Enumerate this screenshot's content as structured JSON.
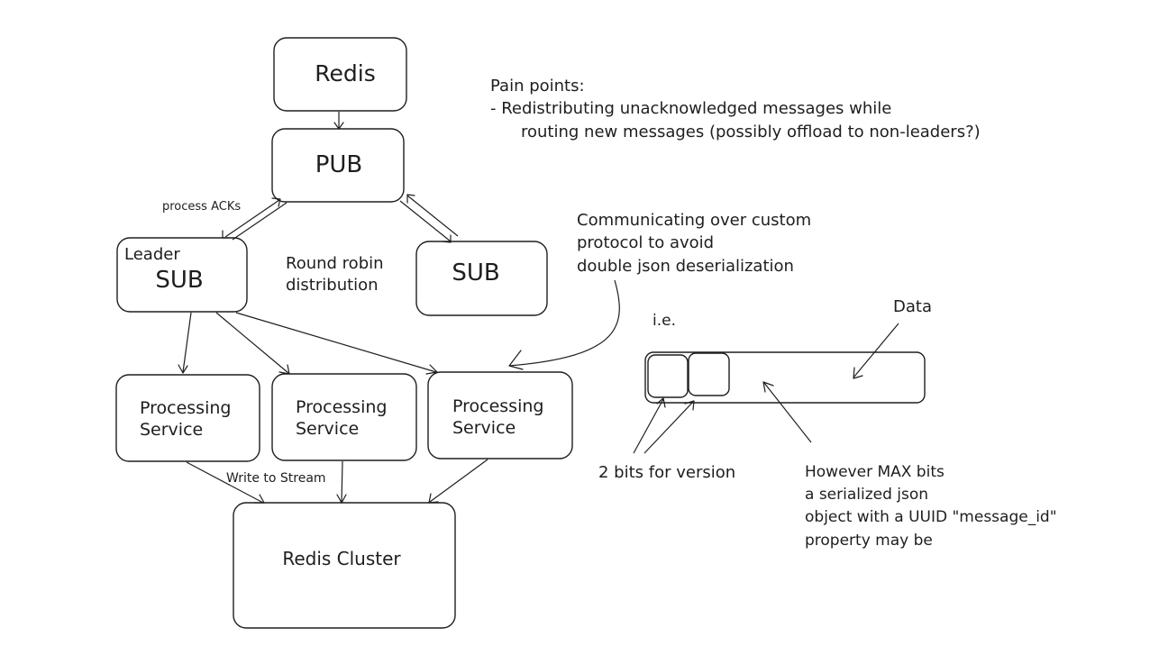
{
  "nodes": {
    "redis": "Redis",
    "pub": "PUB",
    "leader_label": "Leader",
    "leader_sub": "SUB",
    "sub": "SUB",
    "processing_1": [
      "Processing",
      "Service"
    ],
    "processing_2": [
      "Processing",
      "Service"
    ],
    "processing_3": [
      "Processing",
      "Service"
    ],
    "redis_cluster": "Redis Cluster"
  },
  "edge_labels": {
    "process_acks": "process ACKs",
    "round_robin": [
      "Round robin",
      "distribution"
    ],
    "write_to_stream": "Write to Stream"
  },
  "notes": {
    "pain_points": [
      "Pain points:",
      "- Redistributing unacknowledged messages while",
      "routing new messages (possibly offload to non-leaders?)"
    ],
    "protocol": [
      "Communicating over custom",
      "protocol to avoid",
      "double json deserialization"
    ],
    "ie": "i.e.",
    "data": "Data",
    "version_bits": "2 bits for version",
    "max_bits": [
      "However MAX bits",
      "a serialized json",
      "object with a UUID \"message_id\"",
      "property may be"
    ]
  }
}
